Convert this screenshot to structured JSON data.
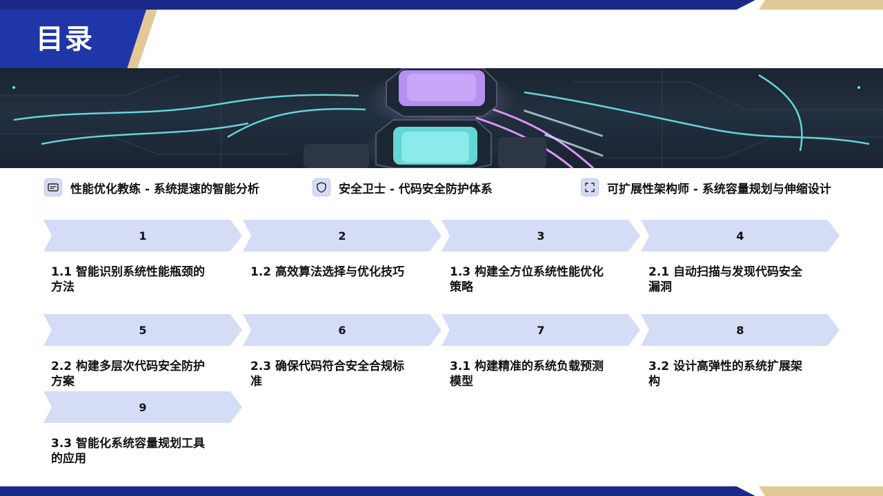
{
  "header": {
    "title": "目录"
  },
  "features": [
    {
      "icon": "card-icon",
      "label": "性能优化教练 - 系统提速的智能分析"
    },
    {
      "icon": "shield-icon",
      "label": "安全卫士 - 代码安全防护体系"
    },
    {
      "icon": "expand-icon",
      "label": "可扩展性架构师 - 系统容量规划与伸缩设计"
    }
  ],
  "items": [
    {
      "number": "1",
      "title": "1.1 智能识别系统性能瓶颈的方法"
    },
    {
      "number": "2",
      "title": "1.2 高效算法选择与优化技巧"
    },
    {
      "number": "3",
      "title": "1.3 构建全方位系统性能优化策略"
    },
    {
      "number": "4",
      "title": "2.1 自动扫描与发现代码安全漏洞"
    },
    {
      "number": "5",
      "title": "2.2 构建多层次代码安全防护方案"
    },
    {
      "number": "6",
      "title": "2.3 确保代码符合安全合规标准"
    },
    {
      "number": "7",
      "title": "3.1 构建精准的系统负载预测模型"
    },
    {
      "number": "8",
      "title": "3.2 设计高弹性的系统扩展架构"
    },
    {
      "number": "9",
      "title": "3.3 智能化系统容量规划工具的应用"
    }
  ],
  "colors": {
    "primary": "#1f36a8",
    "accent": "#e3c997",
    "chevron": "#d4dcf6"
  }
}
